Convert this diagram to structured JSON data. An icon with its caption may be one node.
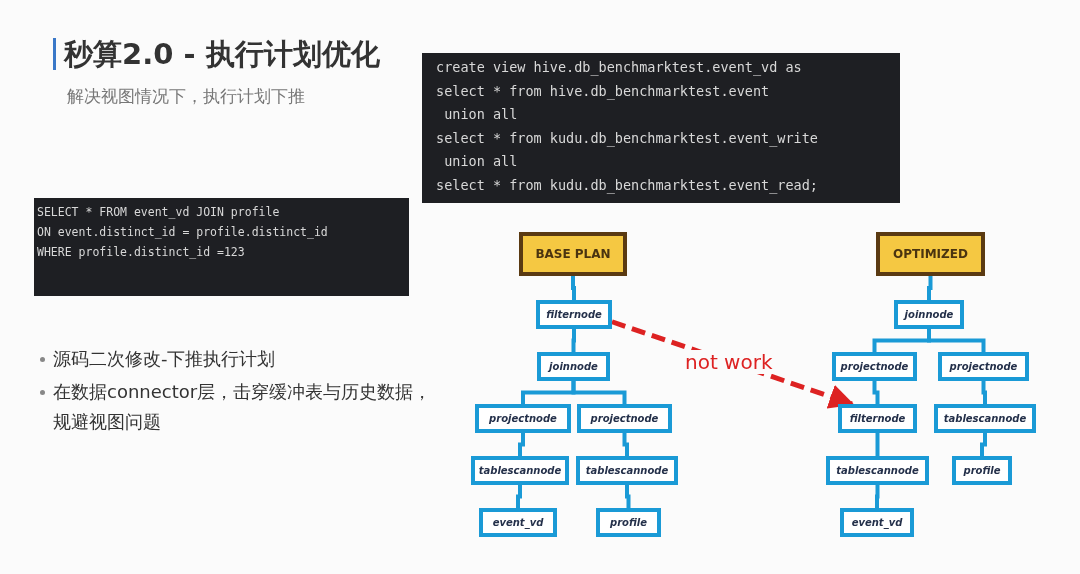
{
  "diagram": {
    "title": "秒算2.0 - 执行计划优化",
    "nodes": [
      {
        "text": [
          "BASE PLAN"
        ]
      },
      {
        "text": [
          "filternode"
        ]
      },
      {
        "text": [
          "joinnode"
        ]
      },
      {
        "text": [
          "projectnode"
        ]
      },
      {
        "text": [
          "projectnode"
        ]
      },
      {
        "text": [
          "tablescannode"
        ]
      },
      {
        "text": [
          "tablescannode"
        ]
      },
      {
        "text": [
          "event_vd"
        ]
      },
      {
        "text": [
          "profile"
        ]
      },
      {
        "text": [
          "OPTIMIZED"
        ]
      },
      {
        "text": [
          "joinnode"
        ]
      },
      {
        "text": [
          "projectnode"
        ]
      },
      {
        "text": [
          "projectnode"
        ]
      },
      {
        "text": [
          "filternode"
        ]
      },
      {
        "text": [
          "tablescannode"
        ]
      },
      {
        "text": [
          "tablescannode"
        ]
      },
      {
        "text": [
          "profile"
        ]
      },
      {
        "text": [
          "event_vd"
        ]
      }
    ],
    "edges": [
      {
        "from": 0,
        "to": 1,
        "arrow": "none"
      },
      {
        "from": 1,
        "to": 2,
        "arrow": "none"
      },
      {
        "from": 2,
        "to": 3,
        "arrow": "none"
      },
      {
        "from": 2,
        "to": 4,
        "arrow": "none"
      },
      {
        "from": 3,
        "to": 5,
        "arrow": "none"
      },
      {
        "from": 4,
        "to": 6,
        "arrow": "none"
      },
      {
        "from": 5,
        "to": 7,
        "arrow": "none"
      },
      {
        "from": 6,
        "to": 8,
        "arrow": "none"
      },
      {
        "from": 9,
        "to": 10,
        "arrow": "none"
      },
      {
        "from": 10,
        "to": 11,
        "arrow": "none"
      },
      {
        "from": 10,
        "to": 12,
        "arrow": "none"
      },
      {
        "from": 11,
        "to": 13,
        "arrow": "none"
      },
      {
        "from": 12,
        "to": 14,
        "arrow": "none"
      },
      {
        "from": 13,
        "to": 15,
        "arrow": "none"
      },
      {
        "from": 14,
        "to": 16,
        "arrow": "none"
      },
      {
        "from": 15,
        "to": 17,
        "arrow": "none"
      },
      {
        "from": 1,
        "to": 13,
        "arrow": "to",
        "label": "not work",
        "style": "dashed",
        "color": "#dd2222"
      }
    ],
    "labels": [
      "解决视图情况下，执行计划下推",
      "create view hive.db_benchmarktest.event_vd as",
      "select * from hive.db_benchmarktest.event",
      " union all",
      "select * from kudu.db_benchmarktest.event_write",
      " union all",
      "select * from kudu.db_benchmarktest.event_read;",
      "SELECT * FROM event_vd JOIN profile",
      "ON event.distinct_id = profile.distinct_id",
      "WHERE profile.distinct_id =123",
      "源码二次修改-下推执行计划",
      "在数据connector层，击穿缓冲表与历史数据，规避视图问题"
    ]
  }
}
